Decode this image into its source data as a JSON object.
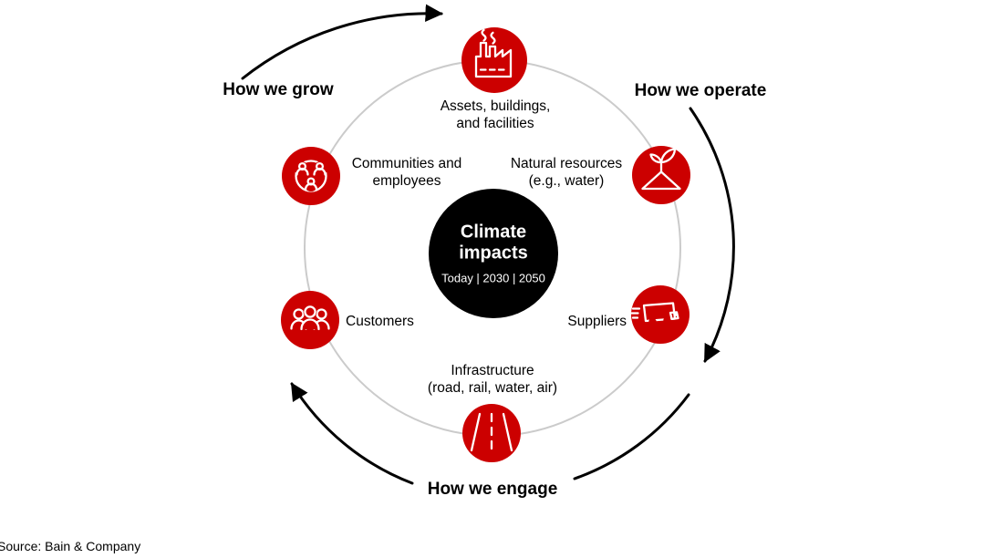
{
  "center": {
    "title_line1": "Climate",
    "title_line2": "impacts",
    "subtitle": "Today | 2030 | 2050"
  },
  "phases": [
    {
      "id": "grow",
      "label": "How we grow"
    },
    {
      "id": "operate",
      "label": "How we operate"
    },
    {
      "id": "engage",
      "label": "How we engage"
    }
  ],
  "nodes": [
    {
      "name": "assets-buildings-facilities",
      "icon": "factory-icon",
      "line1": "Assets, buildings,",
      "line2": "and facilities"
    },
    {
      "name": "natural-resources",
      "icon": "sprout-icon",
      "line1": "Natural resources",
      "line2": "(e.g., water)"
    },
    {
      "name": "suppliers",
      "icon": "delivery-truck-icon",
      "line1": "Suppliers",
      "line2": ""
    },
    {
      "name": "infrastructure",
      "icon": "road-icon",
      "line1": "Infrastructure",
      "line2": "(road, rail, water, air)"
    },
    {
      "name": "customers",
      "icon": "people-group-icon",
      "line1": "Customers",
      "line2": ""
    },
    {
      "name": "communities-employees",
      "icon": "community-network-icon",
      "line1": "Communities and",
      "line2": "employees"
    }
  ],
  "source": "Source: Bain & Company",
  "colors": {
    "accent_red": "#cc0000",
    "center_black": "#000000",
    "ring_gray": "#cbcbcb",
    "arrow_black": "#000000",
    "icon_stroke": "#ffffff"
  }
}
